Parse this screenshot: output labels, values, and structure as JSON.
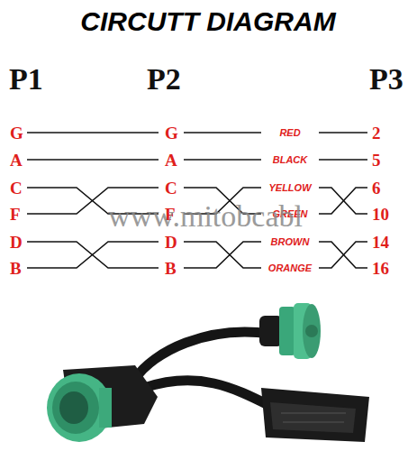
{
  "diagram": {
    "title": "CIRCUTT DIAGRAM",
    "labels": [
      "P1",
      "P2",
      "P3",
      "G",
      "A",
      "C",
      "F",
      "D",
      "B",
      "G",
      "A",
      "C",
      "F",
      "D",
      "B",
      "RED",
      "BLACK",
      "YELLOW",
      "GREEN",
      "BROWN",
      "ORANGE",
      "2",
      "5",
      "6",
      "10",
      "14",
      "16",
      "www.mitobcabl"
    ]
  }
}
